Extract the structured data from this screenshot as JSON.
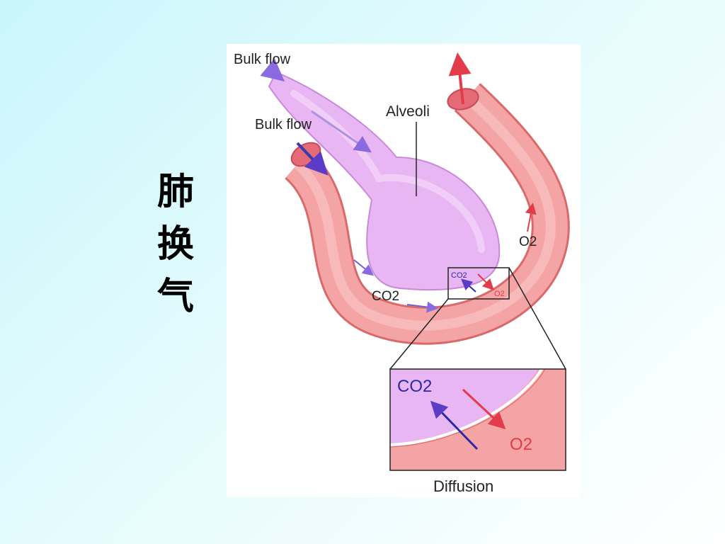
{
  "page": {
    "title_chars": [
      "肺",
      "换",
      "气"
    ]
  },
  "diagram": {
    "labels": {
      "bulk_flow_air": "Bulk flow",
      "bulk_flow_blood": "Bulk flow",
      "alveoli": "Alveoli",
      "co2_capillary": "CO2",
      "o2_capillary": "O2",
      "co2_small": "CO2",
      "o2_small": "O2",
      "co2_inset": "CO2",
      "o2_inset": "O2",
      "diffusion_caption": "Diffusion"
    },
    "colors": {
      "alveolus": "#e8b6f2",
      "vessel": "#f4a4a4",
      "vessel_edge": "#d96a6a",
      "co2_arrow": "#2a2aa8",
      "o2_arrow": "#e23c4a"
    }
  }
}
